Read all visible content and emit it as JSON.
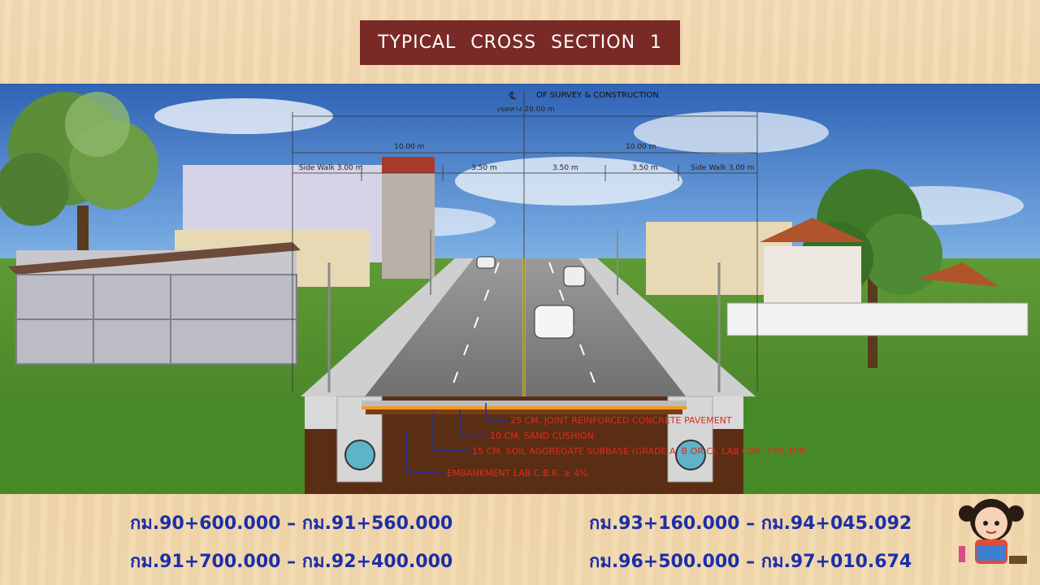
{
  "title": "TYPICAL CROSS SECTION 1",
  "centerline_label": "OF SURVEY & CONSTRUCTION",
  "centerline_symbol": "℄",
  "dimensions": {
    "total": "เขตทาง 20.00 m",
    "left_half": "10.00 m",
    "right_half": "10.00 m",
    "left_sidewalk": "Side Walk 3.00 m",
    "left_lane": "3.50 m",
    "right_lane_inner": "3.50 m",
    "right_lane_outer": "3.50 m",
    "right_sidewalk": "Side Walk 3.00 m"
  },
  "layers": [
    "25 CM. JOINT REINFORCED CONCRETE PAVEMENT",
    "10 CM. SAND CUSHION",
    "15 CM. SOIL AGGREGATE SUBBASE (GRADE A, B OR C), LAB CBR. 25% MIN.",
    "EMBANKMENT LAB C.B.R. ≥ 4%"
  ],
  "stations": [
    "กม.90+600.000 – กม.91+560.000",
    "กม.91+700.000 – กม.92+400.000",
    "กม.93+160.000 – กม.94+045.092",
    "กม.96+500.000 – กม.97+010.674"
  ],
  "colors": {
    "title_bg": "#7a2a26",
    "station_text": "#1d2fa8",
    "layer_text": "#e12a1e",
    "leader_line": "#1a2fb0",
    "pavement_line": "#f29a1e",
    "sky": "#3a6fbf",
    "grass": "#4f8a2c",
    "soil": "#5a2e14"
  }
}
